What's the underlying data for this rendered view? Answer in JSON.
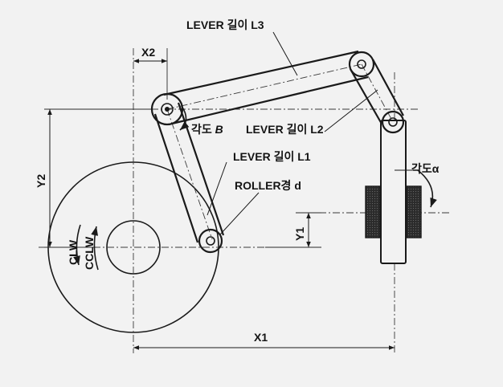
{
  "labels": {
    "lever_l3": "LEVER 길이 L3",
    "lever_l2": "LEVER 길이 L2",
    "lever_l1": "LEVER 길이 L1",
    "roller": "ROLLER경 d",
    "angle_b_prefix": "각도 ",
    "angle_b_symbol": "B",
    "angle_a": "각도α",
    "x1": "X1",
    "x2": "X2",
    "y1": "Y1",
    "y2": "Y2",
    "clw": "CLW",
    "cclw": "CCLW"
  },
  "colors": {
    "background": "#f2f2f2",
    "ink": "#1a1a1a",
    "hatch": "#2b2b2b"
  }
}
